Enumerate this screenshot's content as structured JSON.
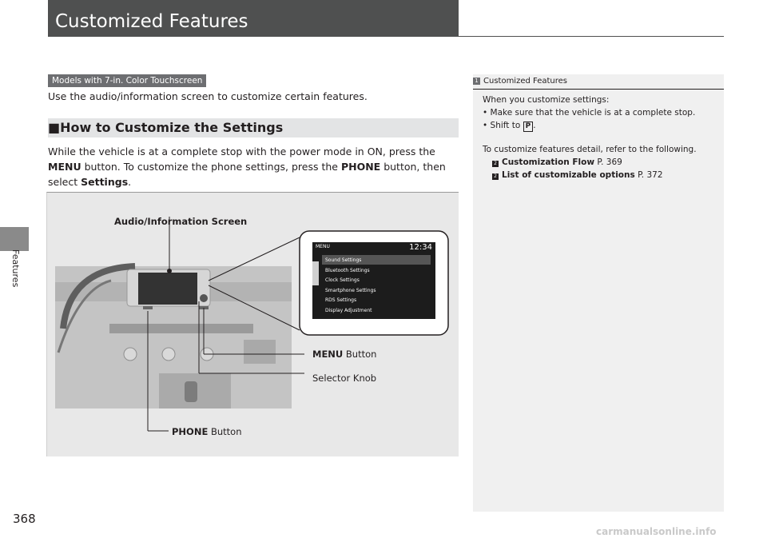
{
  "side_tab": {
    "label": "Features"
  },
  "header": {
    "title": "Customized Features"
  },
  "badge": {
    "models": "Models with 7-in. Color Touchscreen"
  },
  "intro": "Use the audio/information screen to customize certain features.",
  "section": {
    "title": "■How to Customize the Settings"
  },
  "body": {
    "p1": "While the vehicle is at a complete stop with the power mode in ON, press the ",
    "menu": "MENU",
    "p2": " button. To customize the phone settings, press the ",
    "phone": "PHONE",
    "p3": " button, then select ",
    "settings": "Settings",
    "p4": "."
  },
  "figure": {
    "audio_label": "Audio/Information Screen",
    "menu_bold": "MENU",
    "menu_rest": " Button",
    "selector_label": "Selector Knob",
    "phone_bold": "PHONE",
    "phone_rest": " Button",
    "screen": {
      "header": "MENU",
      "clock": "12:34",
      "items": [
        "Sound Settings",
        "Bluetooth Settings",
        "Clock Settings",
        "Smartphone Settings",
        "RDS Settings",
        "Display Adjustment"
      ]
    }
  },
  "sidebar": {
    "num": "1",
    "heading": "Customized Features",
    "line1": "When you customize settings:",
    "bullet1": "Make sure that the vehicle is at a complete stop.",
    "bullet2_pre": "Shift to ",
    "gear": "P",
    "bullet2_post": ".",
    "line2": "To customize features detail, refer to the following.",
    "ref1_arrow": "2",
    "ref1_title": "Customization Flow",
    "ref1_page": " P. 369",
    "ref2_arrow": "2",
    "ref2_title": "List of customizable options",
    "ref2_page": " P. 372"
  },
  "page_number": "368",
  "watermark": "carmanualsonline.info"
}
